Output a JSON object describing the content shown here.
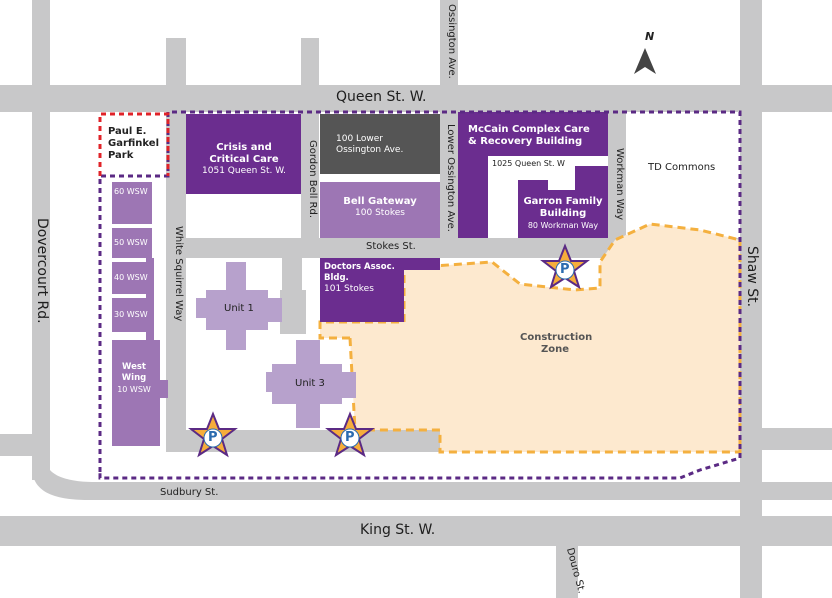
{
  "roads": {
    "queen": "Queen St. W.",
    "king": "King St. W.",
    "dovercourt": "Dovercourt Rd.",
    "shaw": "Shaw St.",
    "ossington": "Ossington Ave.",
    "lower_ossington": "Lower Ossington Ave.",
    "gordon_bell": "Gordon Bell Rd.",
    "white_squirrel": "White Squirrel Way",
    "workman": "Workman Way",
    "stokes": "Stokes St.",
    "sudbury": "Sudbury St.",
    "douro": "Douro St."
  },
  "places": {
    "park": "Paul E. Garfinkel Park",
    "td_commons": "TD Commons",
    "construction": "Construction Zone"
  },
  "buildings": {
    "crisis": {
      "name": "Crisis and Critical Care",
      "address": "1051 Queen St. W."
    },
    "lower_oss": {
      "name": "100 Lower Ossington Ave."
    },
    "bell": {
      "name": "Bell Gateway",
      "address": "100 Stokes"
    },
    "mccain": {
      "name": "McCain Complex Care & Recovery Building"
    },
    "q1025": {
      "name": "1025 Queen St. W"
    },
    "garron": {
      "name": "Garron Family Building",
      "address": "80 Workman Way"
    },
    "doctors": {
      "name": "Doctors Assoc. Bldg.",
      "address": "101 Stokes"
    },
    "unit1": {
      "name": "Unit 1"
    },
    "unit3": {
      "name": "Unit 3"
    },
    "w60": {
      "name": "60 WSW"
    },
    "w50": {
      "name": "50 WSW"
    },
    "w40": {
      "name": "40 WSW"
    },
    "w30": {
      "name": "30 WSW"
    },
    "westwing": {
      "name": "West Wing",
      "address": "10 WSW"
    }
  },
  "parking": {
    "label": "P",
    "count": 3
  },
  "compass": {
    "label": "N"
  },
  "colors": {
    "road": "#c8c8c9",
    "building_purple": "#6b2d8f",
    "building_lilac": "#9d76b4",
    "building_light": "#b7a1cc",
    "building_grey": "#555555",
    "boundary": "#5b2a84",
    "park_boundary": "#e02329",
    "construction_fill": "#fde9cf",
    "construction_border": "#f4b03f",
    "parking_star": "#f6ad3b"
  }
}
